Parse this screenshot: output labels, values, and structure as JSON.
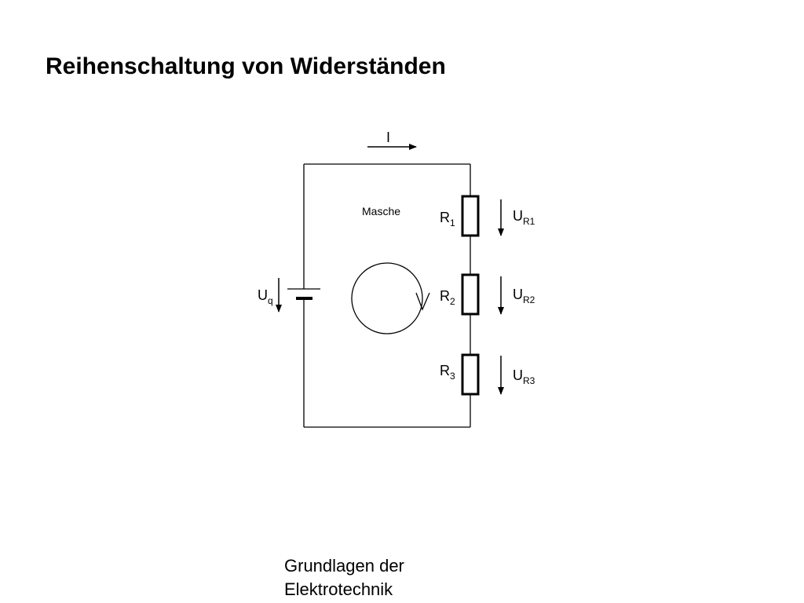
{
  "slide": {
    "title": "Reihenschaltung von Widerständen",
    "footer_line1": "Grundlagen der",
    "footer_line2": "Elektrotechnik"
  },
  "circuit": {
    "current_label": "I",
    "mesh_label": "Masche",
    "source": {
      "symbol": "U",
      "sub": "q"
    },
    "resistors": [
      {
        "name_main": "R",
        "name_sub": "1",
        "voltage_main": "U",
        "voltage_sub": "R1"
      },
      {
        "name_main": "R",
        "name_sub": "2",
        "voltage_main": "U",
        "voltage_sub": "R2"
      },
      {
        "name_main": "R",
        "name_sub": "3",
        "voltage_main": "U",
        "voltage_sub": "R3"
      }
    ]
  }
}
